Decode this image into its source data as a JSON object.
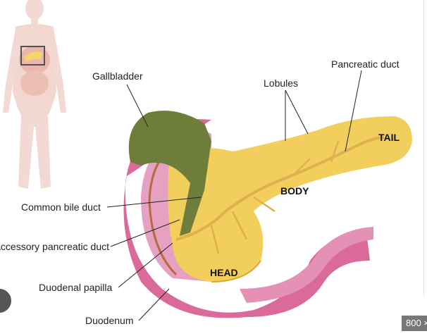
{
  "diagram": {
    "labels": {
      "gallbladder": "Gallbladder",
      "lobules": "Lobules",
      "pancreatic_duct": "Pancreatic duct",
      "common_bile_duct": "Common bile duct",
      "accessory_pancreatic_duct": "Accessory pancreatic duct",
      "duodenal_papilla": "Duodenal papilla",
      "duodenum": "Duodenum"
    },
    "regions": {
      "tail": "TAIL",
      "body": "BODY",
      "head": "HEAD"
    }
  },
  "viewer": {
    "size_badge": "800 ×"
  }
}
